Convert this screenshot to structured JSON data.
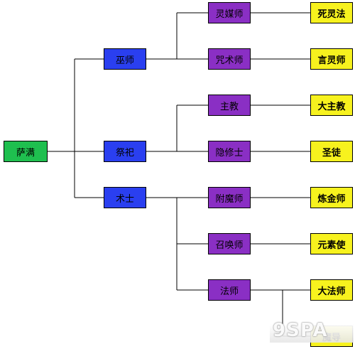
{
  "tree": {
    "root": "萨满",
    "branches": [
      {
        "label": "巫师",
        "children": [
          {
            "label": "灵媒师",
            "leaves": [
              "死灵法"
            ]
          },
          {
            "label": "咒术师",
            "leaves": [
              "言灵师"
            ]
          }
        ]
      },
      {
        "label": "祭祀",
        "children": [
          {
            "label": "主教",
            "leaves": [
              "大主教"
            ]
          },
          {
            "label": "隐修士",
            "leaves": [
              "圣徒"
            ]
          }
        ]
      },
      {
        "label": "术士",
        "children": [
          {
            "label": "附魔师",
            "leaves": [
              "炼金师"
            ]
          },
          {
            "label": "召唤师",
            "leaves": [
              "元素使"
            ]
          },
          {
            "label": "法师",
            "leaves": [
              "大法师",
              "魔导"
            ]
          }
        ]
      }
    ]
  },
  "colors": {
    "root": "#1fbf4f",
    "level1": "#2a3ff0",
    "level2": "#8a2fc4",
    "level3": "#f7f21e",
    "line": "#000000"
  },
  "watermark": {
    "text": "9SPA"
  }
}
